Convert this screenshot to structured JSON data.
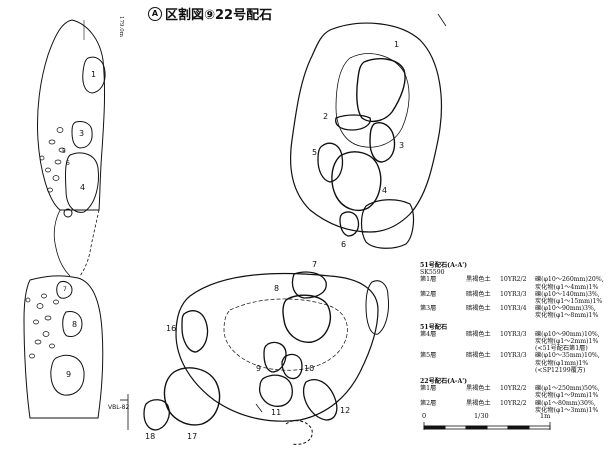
{
  "title": {
    "north_symbol": "A",
    "text": "区割図⑨22号配石"
  },
  "left_strip": {
    "elevation": "179.0m",
    "stone_labels": [
      "1",
      "3",
      "4",
      "5",
      "6",
      "7",
      "8",
      "9"
    ]
  },
  "main_plan": {
    "stone_labels": [
      "1",
      "2",
      "3",
      "4",
      "5",
      "6"
    ]
  },
  "lower_plan": {
    "stone_labels": [
      "7",
      "8",
      "9",
      "10",
      "11",
      "12",
      "16",
      "17",
      "18"
    ],
    "mark": "VBL-82"
  },
  "legend": {
    "sections": [
      {
        "header": "51号配石(A-A')",
        "subheader": "SK5590",
        "rows": [
          {
            "layer": "第1層",
            "soil": "黒褐色土",
            "color": "10YR2/2",
            "desc": [
              "礫(φ10〜260mm)20%,",
              "炭化物(φ1〜4mm)1%"
            ]
          },
          {
            "layer": "第2層",
            "soil": "暗褐色土",
            "color": "10YR3/3",
            "desc": [
              "礫(φ10〜140mm)3%,",
              "炭化物(φ1〜15mm)1%"
            ]
          },
          {
            "layer": "第3層",
            "soil": "暗褐色土",
            "color": "10YR3/4",
            "desc": [
              "礫(φ10〜90mm)3%,",
              "炭化物(φ1〜8mm)1%"
            ]
          }
        ]
      },
      {
        "header": "51号配石",
        "subheader": "",
        "rows": [
          {
            "layer": "第4層",
            "soil": "暗褐色土",
            "color": "10YR3/3",
            "desc": [
              "礫(φ10〜90mm)10%,",
              "炭化物(φ1〜2mm)1%",
              "(<51号配石第1層)"
            ]
          },
          {
            "layer": "第5層",
            "soil": "暗褐色土",
            "color": "10YR3/3",
            "desc": [
              "礫(φ10〜35mm)10%,",
              "炭化物(φ1mm)1%",
              "(<SP12199覆方)"
            ]
          }
        ]
      },
      {
        "header": "22号配石(A-A')",
        "subheader": "",
        "rows": [
          {
            "layer": "第1層",
            "soil": "黒褐色土",
            "color": "10YR2/2",
            "desc": [
              "礫(φ1〜250mm)50%,",
              "炭化物(φ1〜9mm)1%"
            ]
          },
          {
            "layer": "第2層",
            "soil": "黒褐色土",
            "color": "10YR2/2",
            "desc": [
              "礫(φ1〜80mm)30%,",
              "炭化物(φ1〜3mm)1%"
            ]
          }
        ]
      }
    ]
  },
  "scale": {
    "start": "0",
    "ratio": "1/30",
    "end": "1m"
  }
}
